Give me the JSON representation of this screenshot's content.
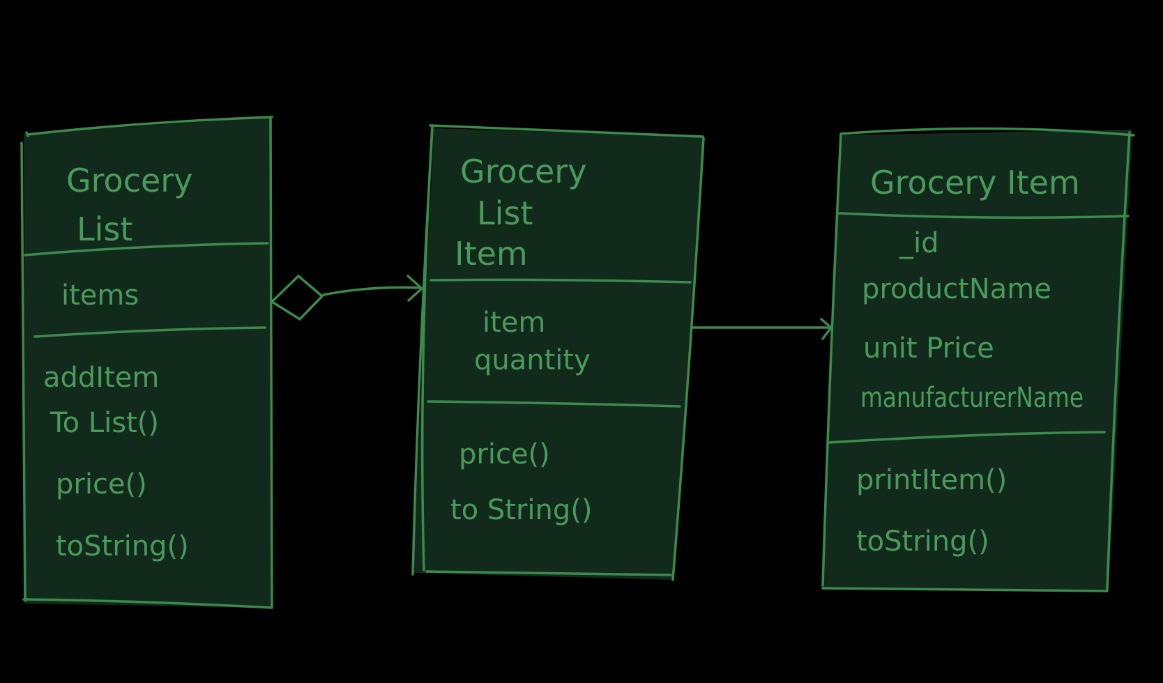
{
  "classes": [
    {
      "id": "grocery-list",
      "title_lines": [
        "Grocery",
        "List"
      ],
      "attributes": [
        "items"
      ],
      "methods": [
        "addItem",
        "To List()",
        "price()",
        "toString()"
      ]
    },
    {
      "id": "grocery-list-item",
      "title_lines": [
        "Grocery",
        "List",
        "Item"
      ],
      "attributes": [
        "item",
        "quantity"
      ],
      "methods": [
        "price()",
        "to String()"
      ]
    },
    {
      "id": "grocery-item",
      "title_lines": [
        "Grocery Item"
      ],
      "attributes": [
        "_id",
        "productName",
        "unit Price",
        "manufacturerName"
      ],
      "methods": [
        "printItem()",
        "toString()"
      ]
    }
  ],
  "relationships": [
    {
      "from": "grocery-list",
      "to": "grocery-list-item",
      "type": "aggregation"
    },
    {
      "from": "grocery-list-item",
      "to": "grocery-item",
      "type": "association"
    }
  ],
  "colors": {
    "background": "#000000",
    "box_fill": "#122a1c",
    "ink": "#3c8a4c"
  }
}
